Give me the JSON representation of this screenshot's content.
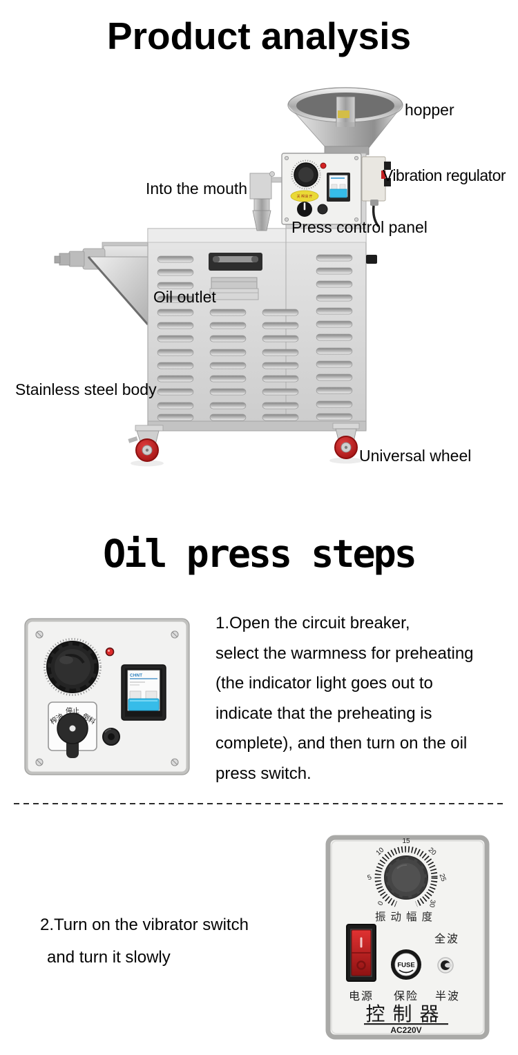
{
  "section1": {
    "title": "Product analysis",
    "labels": {
      "hopper": "hopper",
      "vibration_regulator": "Vibration regulator",
      "into_the_mouth": "Into the mouth",
      "press_control_panel": "Press control panel",
      "oil_outlet": "Oil outlet",
      "stainless_steel_body": "Stainless steel body",
      "universal_wheel": "Universal wheel"
    },
    "machine": {
      "panel_tag": "关 榨油 开"
    }
  },
  "section2": {
    "title": "Oil press steps",
    "step1_lines": [
      "1.Open the circuit breaker,",
      "select the warmness for preheating",
      "(the indicator light goes out to",
      "indicate that the preheating is",
      "complete), and then turn on the oil",
      "press switch."
    ],
    "step2_lines": [
      "2.Turn on the vibrator switch",
      "and turn it slowly"
    ]
  },
  "panel1": {
    "breaker_brand": "CHNT",
    "selector_top": "停止",
    "selector_left": "榨油",
    "selector_right": "倒料"
  },
  "controller": {
    "dial_numbers": [
      "0",
      "5",
      "10",
      "15",
      "20",
      "25",
      "30"
    ],
    "dial_label": "振动幅度",
    "full_wave": "全波",
    "power": "电源",
    "fuse": "保险",
    "half_wave": "半波",
    "fuse_cap": "FUSE",
    "title": "控制器",
    "voltage": "AC220V"
  },
  "colors": {
    "wheel_red": "#c01818",
    "breaker_blue": "#36bce9",
    "rocker_red": "#d92525",
    "tag_yellow": "#ead936"
  }
}
